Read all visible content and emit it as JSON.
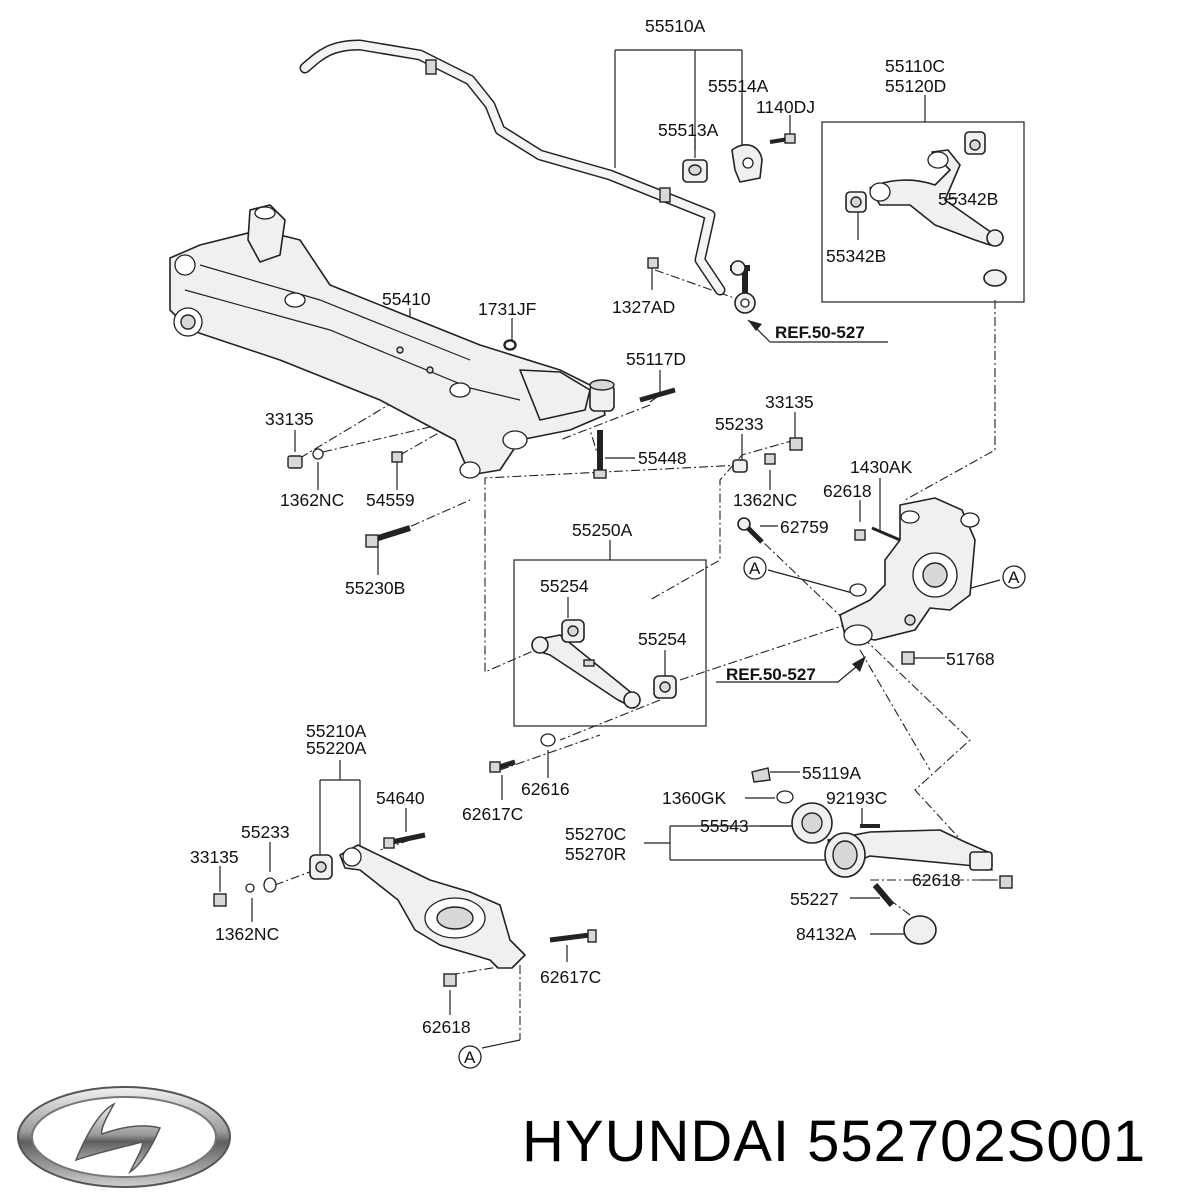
{
  "labels": {
    "p55510A": "55510A",
    "p55514A": "55514A",
    "p1140DJ": "1140DJ",
    "p55513A": "55513A",
    "p55110C": "55110C",
    "p55120D": "55120D",
    "p55342B_a": "55342B",
    "p55342B_b": "55342B",
    "p1327AD": "1327AD",
    "p55410": "55410",
    "p1731JF": "1731JF",
    "p55117D": "55117D",
    "p33135_a": "33135",
    "p33135_b": "33135",
    "p33135_c": "33135",
    "p55233_a": "55233",
    "p55233_b": "55233",
    "p55448": "55448",
    "p1362NC_a": "1362NC",
    "p1362NC_b": "1362NC",
    "p1362NC_c": "1362NC",
    "p54559": "54559",
    "p1430AK": "1430AK",
    "p62618_a": "62618",
    "p62618_b": "62618",
    "p62618_c": "62618",
    "p62759": "62759",
    "p55250A": "55250A",
    "p55230B": "55230B",
    "p55254_a": "55254",
    "p55254_b": "55254",
    "p51768": "51768",
    "p55210A": "55210A",
    "p55220A": "55220A",
    "p54640": "54640",
    "p62617C_a": "62617C",
    "p62617C_b": "62617C",
    "p62616": "62616",
    "p55119A": "55119A",
    "p1360GK": "1360GK",
    "p92193C": "92193C",
    "p55270C": "55270C",
    "p55270R": "55270R",
    "p55543": "55543",
    "p55227": "55227",
    "p84132A": "84132A"
  },
  "refs": {
    "ref1": "REF.50-527",
    "ref2": "REF.50-527"
  },
  "markers": {
    "a1": "A",
    "a2": "A",
    "a3": "A"
  },
  "footer": {
    "brand_text": "HYUNDAI 552702S001"
  },
  "logo": {
    "icon": "hyundai-logo-icon"
  }
}
